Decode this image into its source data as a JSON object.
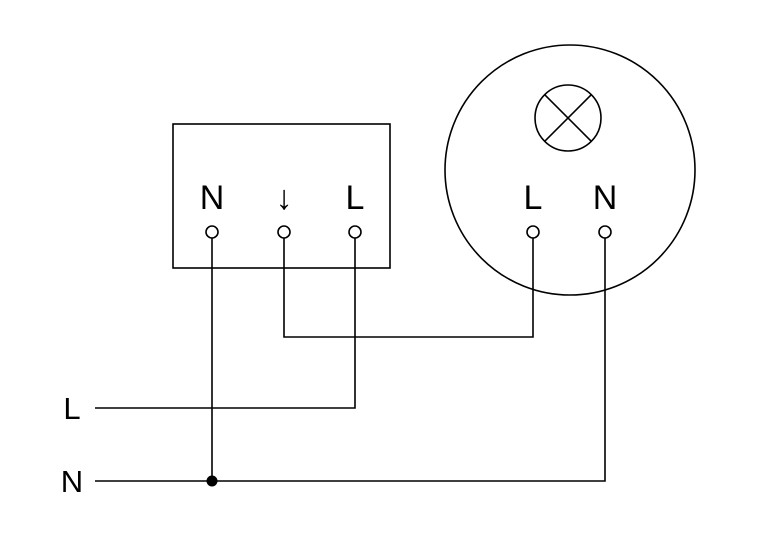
{
  "diagram": {
    "title": "motion-sensor-wiring-diagram",
    "sensor_box": {
      "terminals": [
        {
          "label": "N"
        },
        {
          "label": "↓"
        },
        {
          "label": "L"
        }
      ]
    },
    "luminaire": {
      "lamp_symbol": "crossed-circle",
      "terminals": [
        {
          "label": "L"
        },
        {
          "label": "N"
        }
      ]
    },
    "supply": {
      "live_label": "L",
      "neutral_label": "N"
    },
    "colors": {
      "line": "#000000",
      "background": "#ffffff"
    }
  }
}
